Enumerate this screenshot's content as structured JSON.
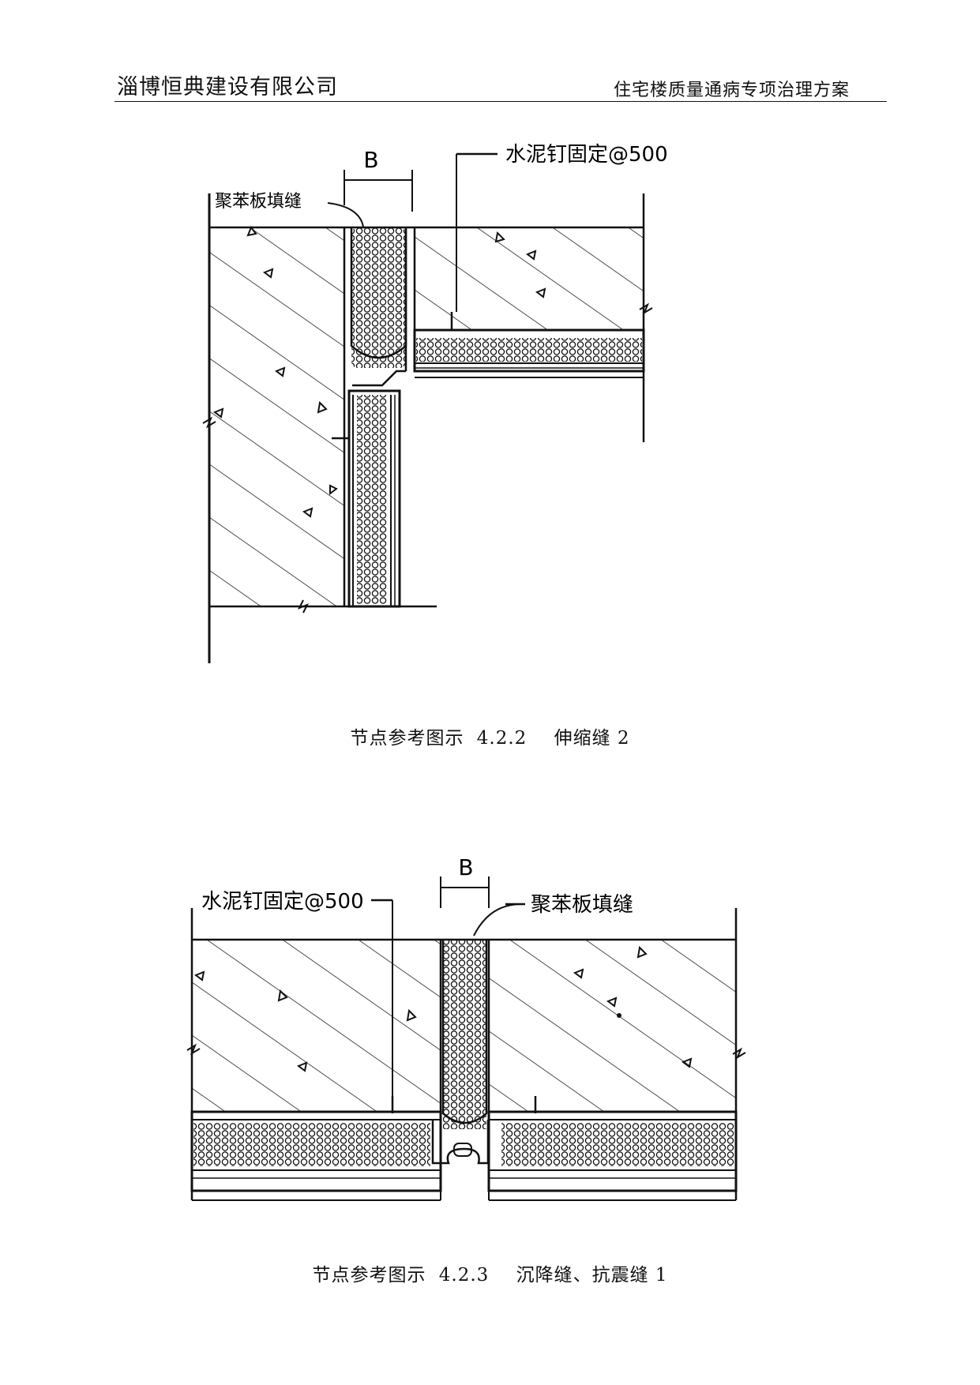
{
  "header": {
    "company": "淄博恒典建设有限公司",
    "document_title": "住宅楼质量通病专项治理方案"
  },
  "figure1": {
    "dimension_label": "B",
    "nail_note": "水泥钉固定@500",
    "fill_note": "聚苯板填缝",
    "caption_prefix": "节点参考图示",
    "caption_number": "4.2.2",
    "caption_title": "伸缩缝 2"
  },
  "figure2": {
    "dimension_label": "B",
    "nail_note": "水泥钉固定@500",
    "fill_note": "聚苯板填缝",
    "caption_prefix": "节点参考图示",
    "caption_number": "4.2.3",
    "caption_title": "沉降缝、抗震缝 1"
  }
}
